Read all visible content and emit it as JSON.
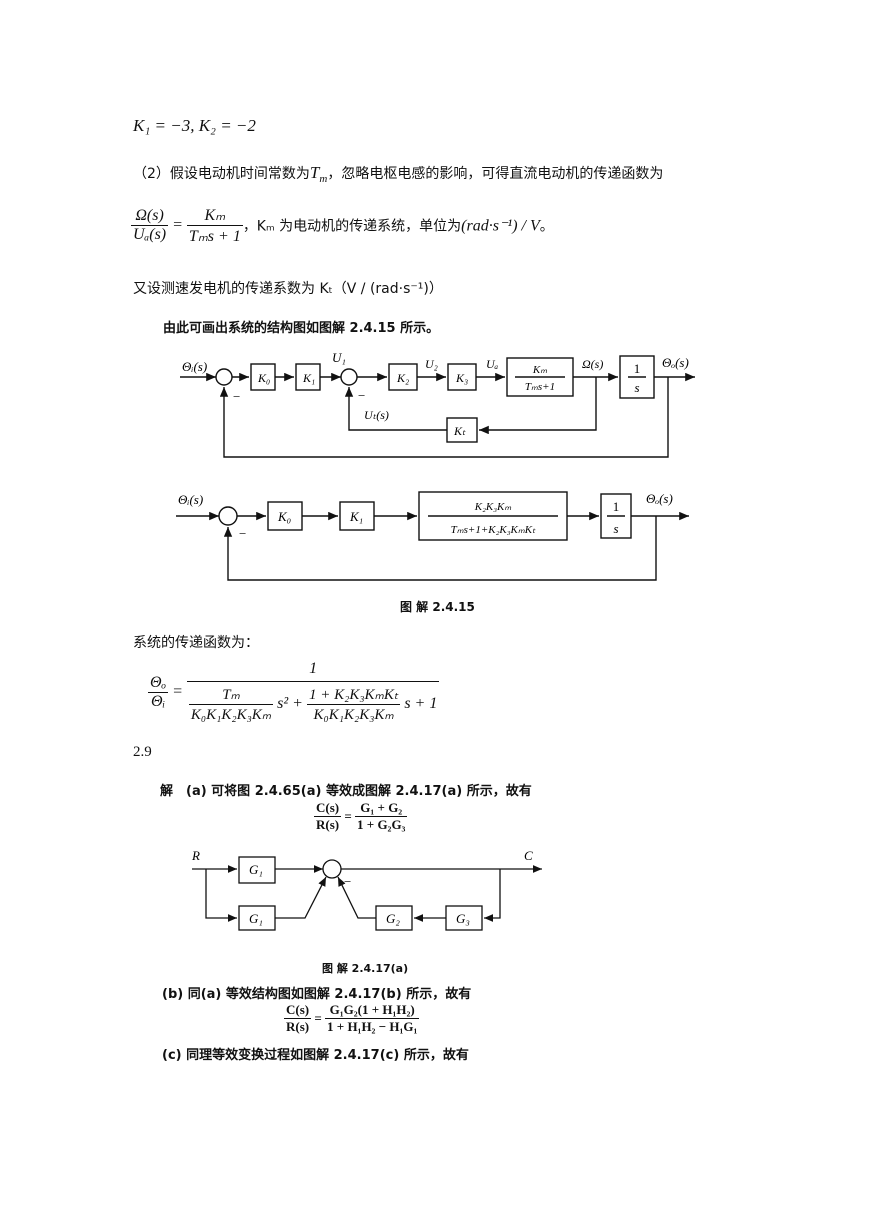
{
  "line1": "K₁ = −3,   K₂ = −2",
  "para2": "（2）假设电动机时间常数为",
  "para2_tm": "T",
  "para2_tm_sub": "m",
  "para2_rest": "，忽略电枢电感的影响，可得直流电动机的传递函数为",
  "motor_tf": {
    "num": "Ω(s)",
    "den": "Uₐ(s)",
    "rhs_num": "Kₘ",
    "rhs_den": "Tₘs + 1",
    "desc_a": "，Kₘ 为电动机的传递系统，单位为",
    "unit": "(rad·s⁻¹) / V",
    "end": "。"
  },
  "tach_line": "又设测速发电机的传递系数为 Kₜ（V / (rad·s⁻¹)）",
  "diagram_intro": "由此可画出系统的结构图如图解 2.4.15 所示。",
  "diag1": {
    "input": "Θᵢ(s)",
    "output": "Θₒ(s)",
    "k0": "K₀",
    "k1": "K₁",
    "k2": "K₂",
    "k3": "K₃",
    "u1": "U₁",
    "u2": "U₂",
    "ua": "Uₐ",
    "motor_num": "Kₘ",
    "motor_den": "Tₘs+1",
    "omega": "Ω(s)",
    "int_num": "1",
    "int_den": "s",
    "ut": "Uₜ(s)",
    "kt": "Kₜ",
    "minus": "−"
  },
  "diag2": {
    "input": "Θᵢ(s)",
    "output": "Θₒ(s)",
    "k0": "K₀",
    "k1": "K₁",
    "fwd_num": "K₂K₃Kₘ",
    "fwd_den": "Tₘs+1+K₂K₃KₘKₜ",
    "int_num": "1",
    "int_den": "s",
    "minus": "−"
  },
  "fig15_caption": "图 解 2.4.15",
  "tf_intro": "系统的传递函数为：",
  "system_tf": {
    "lhs_num": "Θₒ",
    "lhs_den": "Θᵢ",
    "one": "1",
    "t1_num": "Tₘ",
    "t1_den": "K₀K₁K₂K₃Kₘ",
    "s2": "s² +",
    "t2_num": "1 + K₂K₃KₘKₜ",
    "t2_den": "K₀K₁K₂K₃Kₘ",
    "tail": "s + 1"
  },
  "section_29": "2.9",
  "sol_a": "解　(a) 可将图 2.4.65(a) 等效成图解 2.4.17(a) 所示，故有",
  "eq_a": {
    "num": "C(s)",
    "den": "R(s)",
    "rhs_num": "G₁ + G₂",
    "rhs_den": "1 + G₂G₃"
  },
  "diag_a": {
    "r": "R",
    "c": "C",
    "g1": "G₁",
    "g1b": "G₁",
    "g2": "G₂",
    "g3": "G₃",
    "minus": "−"
  },
  "fig17a_caption": "图 解 2.4.17(a)",
  "sol_b": "(b) 同(a) 等效结构图如图解 2.4.17(b) 所示，故有",
  "eq_b": {
    "num": "C(s)",
    "den": "R(s)",
    "rhs_num": "G₁G₂(1 + H₁H₂)",
    "rhs_den": "1 + H₁H₂ − H₁G₁"
  },
  "sol_c": "(c) 同理等效变换过程如图解 2.4.17(c) 所示，故有"
}
